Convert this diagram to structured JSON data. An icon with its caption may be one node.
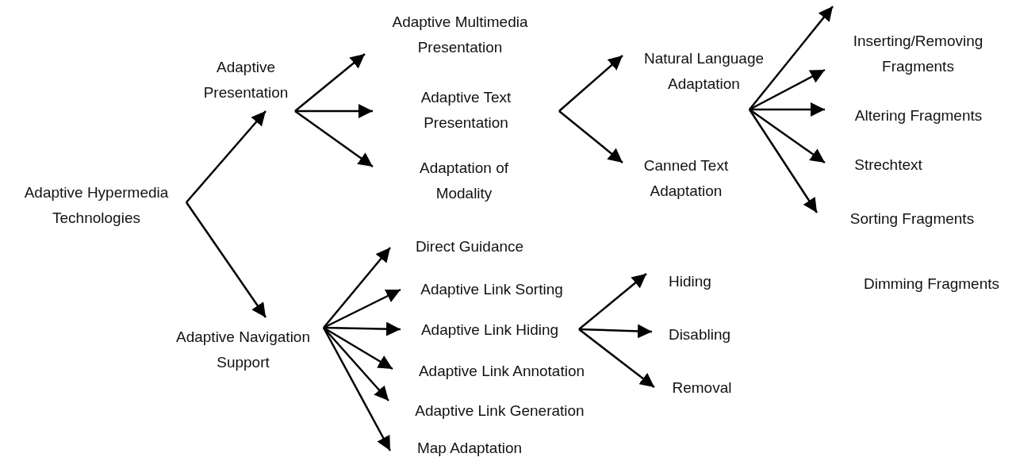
{
  "diagram": {
    "nodes": [
      {
        "text": [
          "Adaptive Hypermedia Technologies"
        ]
      },
      {
        "text": [
          "Adaptive Presentation"
        ]
      },
      {
        "text": [
          "Adaptive Navigation Support"
        ]
      },
      {
        "text": [
          "Adaptive Multimedia Presentation"
        ]
      },
      {
        "text": [
          "Adaptive Text Presentation"
        ]
      },
      {
        "text": [
          "Adaptation of Modality"
        ]
      },
      {
        "text": [
          "Natural Language Adaptation"
        ]
      },
      {
        "text": [
          "Canned Text Adaptation"
        ]
      },
      {
        "text": [
          "Inserting/Removing Fragments"
        ]
      },
      {
        "text": [
          "Altering Fragments"
        ]
      },
      {
        "text": [
          "Strechtext"
        ]
      },
      {
        "text": [
          "Sorting Fragments"
        ]
      },
      {
        "text": [
          "Dimming Fragments"
        ]
      },
      {
        "text": [
          "Direct Guidance"
        ]
      },
      {
        "text": [
          "Adaptive Link Sorting"
        ]
      },
      {
        "text": [
          "Adaptive Link Hiding"
        ]
      },
      {
        "text": [
          "Adaptive Link Annotation"
        ]
      },
      {
        "text": [
          "Adaptive Link Generation"
        ]
      },
      {
        "text": [
          "Map Adaptation"
        ]
      },
      {
        "text": [
          "Hiding"
        ]
      },
      {
        "text": [
          "Disabling"
        ]
      },
      {
        "text": [
          "Removal"
        ]
      }
    ],
    "edges": [
      {
        "from": 0,
        "to": 1,
        "arrow": "to"
      },
      {
        "from": 0,
        "to": 2,
        "arrow": "to"
      },
      {
        "from": 1,
        "to": 3,
        "arrow": "to"
      },
      {
        "from": 1,
        "to": 4,
        "arrow": "to"
      },
      {
        "from": 1,
        "to": 5,
        "arrow": "to"
      },
      {
        "from": 4,
        "to": 6,
        "arrow": "to"
      },
      {
        "from": 4,
        "to": 7,
        "arrow": "to"
      },
      {
        "from": 6,
        "to": 8,
        "arrow": "to"
      },
      {
        "from": 6,
        "to": 8,
        "arrow": "to"
      },
      {
        "from": 6,
        "to": 9,
        "arrow": "to"
      },
      {
        "from": 6,
        "to": 10,
        "arrow": "to"
      },
      {
        "from": 6,
        "to": 11,
        "arrow": "to"
      },
      {
        "from": 2,
        "to": 13,
        "arrow": "to"
      },
      {
        "from": 2,
        "to": 14,
        "arrow": "to"
      },
      {
        "from": 2,
        "to": 15,
        "arrow": "to"
      },
      {
        "from": 2,
        "to": 16,
        "arrow": "to"
      },
      {
        "from": 2,
        "to": 17,
        "arrow": "to"
      },
      {
        "from": 2,
        "to": 18,
        "arrow": "to"
      },
      {
        "from": 15,
        "to": 19,
        "arrow": "to"
      },
      {
        "from": 15,
        "to": 20,
        "arrow": "to"
      },
      {
        "from": 15,
        "to": 21,
        "arrow": "to"
      }
    ]
  }
}
